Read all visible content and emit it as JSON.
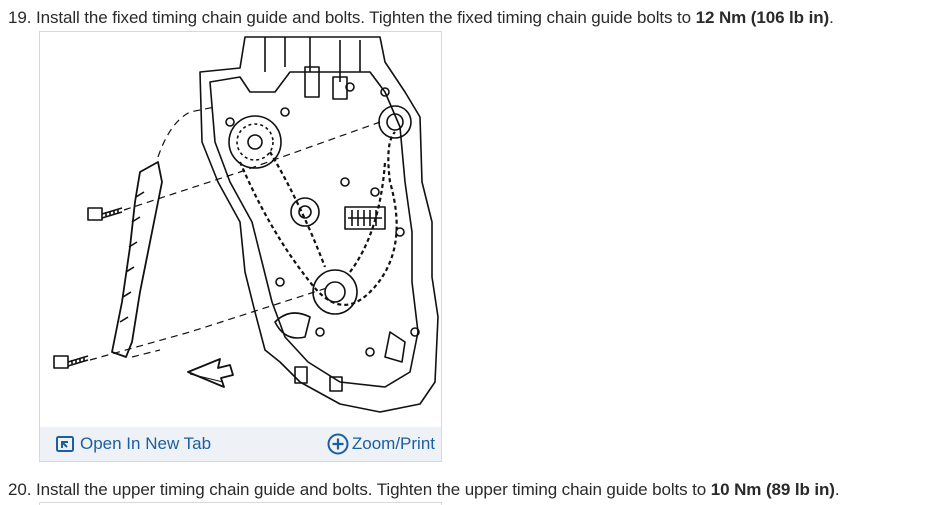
{
  "step19": {
    "number": "19.",
    "text": "Install the fixed timing chain guide and bolts. Tighten the fixed timing chain guide bolts to",
    "torque": "12 Nm (106 lb in)",
    "end": "."
  },
  "figure": {
    "open_tab_label": "Open In New Tab",
    "zoom_print_label": "Zoom/Print",
    "open_tab_icon": "open-in-new-tab-icon",
    "zoom_icon": "zoom-plus-circle-icon",
    "link_color": "#1a5fa0"
  },
  "step20": {
    "number": "20.",
    "text": "Install the upper timing chain guide and bolts. Tighten the upper timing chain guide bolts to",
    "torque": "10 Nm (89 lb in)",
    "end": "."
  }
}
